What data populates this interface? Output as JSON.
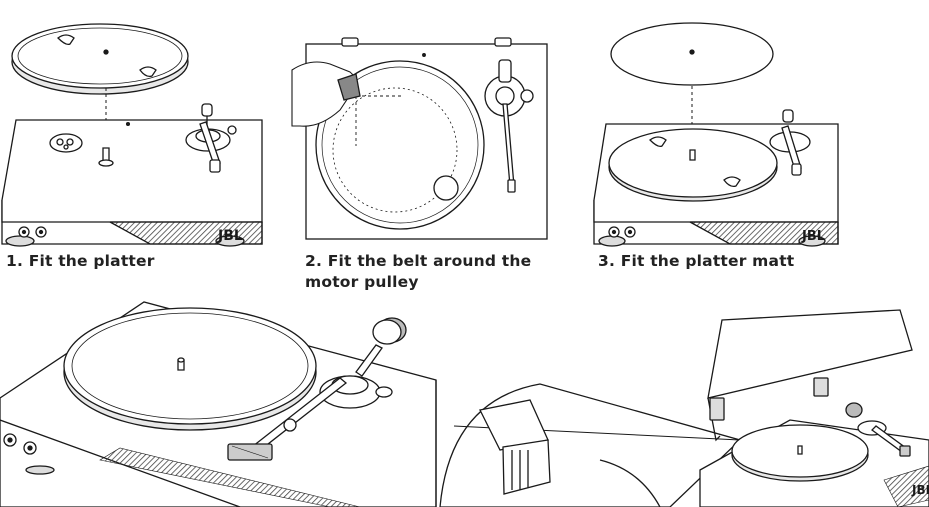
{
  "steps": [
    {
      "number": "1.",
      "text": "Fit the platter"
    },
    {
      "number": "2.",
      "text": "Fit the belt around the\nmotor pulley"
    },
    {
      "number": "3.",
      "text": "Fit the platter matt"
    }
  ],
  "brand_mark": "JBL",
  "colors": {
    "line": "#1a1a1a",
    "fill": "#ffffff",
    "hatch": "#444444"
  }
}
